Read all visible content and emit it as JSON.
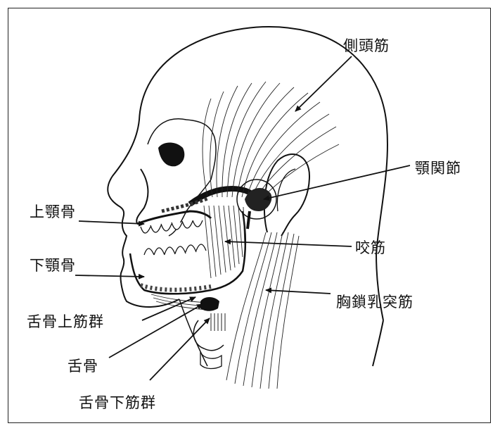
{
  "labels": {
    "temporalis": "側頭筋",
    "tmj": "顎関節",
    "maxilla": "上顎骨",
    "masseter": "咬筋",
    "mandible": "下顎骨",
    "sternocleidomastoid": "胸鎖乳突筋",
    "suprahyoid": "舌骨上筋群",
    "hyoid": "舌骨",
    "infrahyoid": "舌骨下筋群"
  }
}
